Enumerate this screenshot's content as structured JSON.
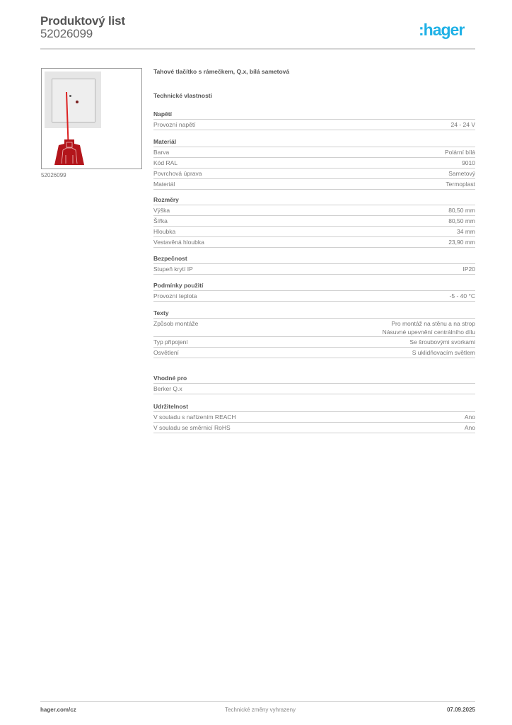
{
  "header": {
    "title": "Produktový list",
    "product_number": "52026099",
    "logo_text": ":hager",
    "logo_color": "#1fb1e6"
  },
  "image": {
    "alt": "Tahové tlačítko s rámečkem, bílé, s červenou šňůrou a úchytem",
    "caption": "52026099"
  },
  "product": {
    "title": "Tahové tlačítko s rámečkem, Q.x, bílá sametová",
    "tech_heading": "Technické vlastnosti"
  },
  "sections": [
    {
      "title": "Napětí",
      "rows": [
        {
          "label": "Provozní napětí",
          "value": [
            "24 - 24 V"
          ]
        }
      ]
    },
    {
      "title": "Materiál",
      "rows": [
        {
          "label": "Barva",
          "value": [
            "Polární bílá"
          ]
        },
        {
          "label": "Kód RAL",
          "value": [
            "9010"
          ]
        },
        {
          "label": "Povrchová úprava",
          "value": [
            "Sametový"
          ]
        },
        {
          "label": "Materiál",
          "value": [
            "Termoplast"
          ]
        }
      ]
    },
    {
      "title": "Rozměry",
      "rows": [
        {
          "label": "Výška",
          "value": [
            "80,50 mm"
          ]
        },
        {
          "label": "Šířka",
          "value": [
            "80,50 mm"
          ]
        },
        {
          "label": "Hloubka",
          "value": [
            "34 mm"
          ]
        },
        {
          "label": "Vestavěná hloubka",
          "value": [
            "23,90 mm"
          ]
        }
      ]
    },
    {
      "title": "Bezpečnost",
      "rows": [
        {
          "label": "Stupeň krytí IP",
          "value": [
            "IP20"
          ]
        }
      ]
    },
    {
      "title": "Podmínky použití",
      "rows": [
        {
          "label": "Provozní teplota",
          "value": [
            "-5 - 40 °C"
          ]
        }
      ]
    },
    {
      "title": "Texty",
      "rows": [
        {
          "label": "Způsob montáže",
          "value": [
            "Pro montáž na stěnu a na strop",
            "Násuvné upevnění centrálního dílu"
          ]
        },
        {
          "label": "Typ připojení",
          "value": [
            "Se šroubovými svorkami"
          ]
        },
        {
          "label": "Osvětlení",
          "value": [
            "S uklidňovacím světlem"
          ]
        }
      ]
    },
    {
      "title": "Vhodné pro",
      "rows": [
        {
          "label": "Berker Q.x",
          "value": [
            ""
          ]
        }
      ]
    },
    {
      "title": "Udržitelnost",
      "rows": [
        {
          "label": "V souladu s nařízením REACH",
          "value": [
            "Ano"
          ]
        },
        {
          "label": "V souladu se směrnicí RoHS",
          "value": [
            "Ano"
          ]
        }
      ]
    }
  ],
  "footer": {
    "website": "hager.com/cz",
    "disclaimer": "Technické změny vyhrazeny",
    "date": "07.09.2025"
  }
}
